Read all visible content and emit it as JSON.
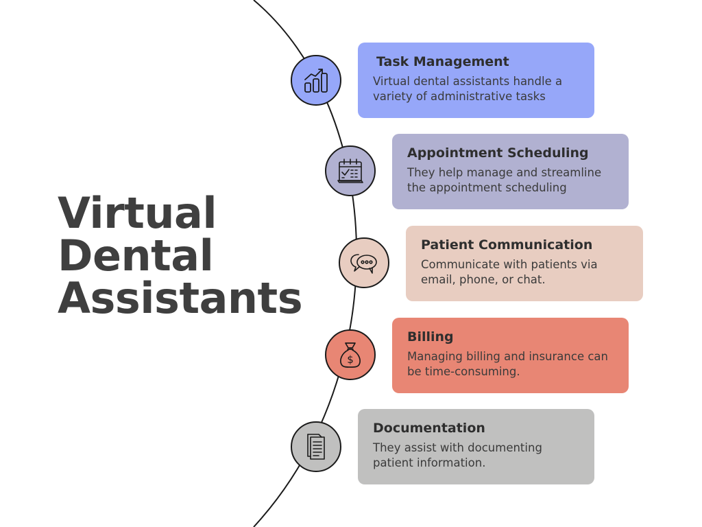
{
  "title_lines": [
    "Virtual",
    "Dental",
    "Assistants"
  ],
  "steps": [
    {
      "title": "Task Management",
      "description": "Virtual dental assistants handle a variety of administrative tasks",
      "icon": "bar-chart-growth-icon",
      "color": "#96a7f9"
    },
    {
      "title": "Appointment Scheduling",
      "description": "They help manage and streamline the appointment scheduling",
      "icon": "calendar-icon",
      "color": "#b1b1d1"
    },
    {
      "title": "Patient Communication",
      "description": "Communicate with patients via email, phone, or chat.",
      "icon": "chat-bubbles-icon",
      "color": "#e8cdc1"
    },
    {
      "title": "Billing",
      "description": "Managing billing and insurance can be time-consuming.",
      "icon": "money-bag-icon",
      "color": "#e88674"
    },
    {
      "title": "Documentation",
      "description": "They assist with documenting patient information.",
      "icon": "document-icon",
      "color": "#c0c0bf"
    }
  ],
  "colors": {
    "title_text": "#3f3f3f",
    "arc_stroke": "#1a1a1a"
  }
}
